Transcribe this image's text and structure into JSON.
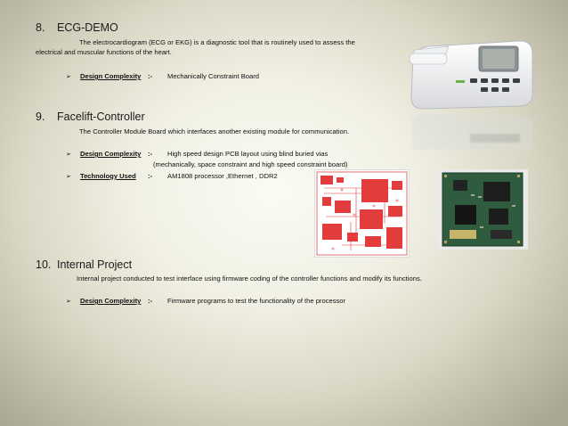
{
  "sections": [
    {
      "number": "8.",
      "title": "ECG-DEMO",
      "description_line1": "The electrocardiogram (ECG or EKG) is a diagnostic tool that is routinely used to assess the",
      "description_line2": "electrical and muscular functions of the heart.",
      "bullets": [
        {
          "label": "Design Complexity",
          "sep": ":-",
          "value": "Mechanically Constraint Board"
        }
      ]
    },
    {
      "number": "9.",
      "title": "Facelift-Controller",
      "description_line1": "The Controller Module Board which interfaces another existing module for communication.",
      "bullets": [
        {
          "label": "Design Complexity",
          "sep": ":-",
          "value": "High speed design PCB layout using blind buried vias",
          "value_line2": "(mechanically, space constraint and high speed constraint board)"
        },
        {
          "label": "Technology Used",
          "sep": ":-",
          "value": "AM1808 processor ,Ethernet , DDR2"
        }
      ]
    },
    {
      "number": "10.",
      "title": "Internal Project",
      "description_line1": "Internal project conducted to test interface using firmware coding of the controller functions and modify its functions.",
      "bullets": [
        {
          "label": "Design Complexity",
          "sep": ":-",
          "value": "Firmware programs to test the functionality of the processor"
        }
      ]
    }
  ],
  "bullet_glyph": "➢",
  "images": {
    "ecg": "ecg-device-image",
    "pcb_layout": "pcb-layout-red-image",
    "pcb_board": "pcb-board-green-image"
  }
}
